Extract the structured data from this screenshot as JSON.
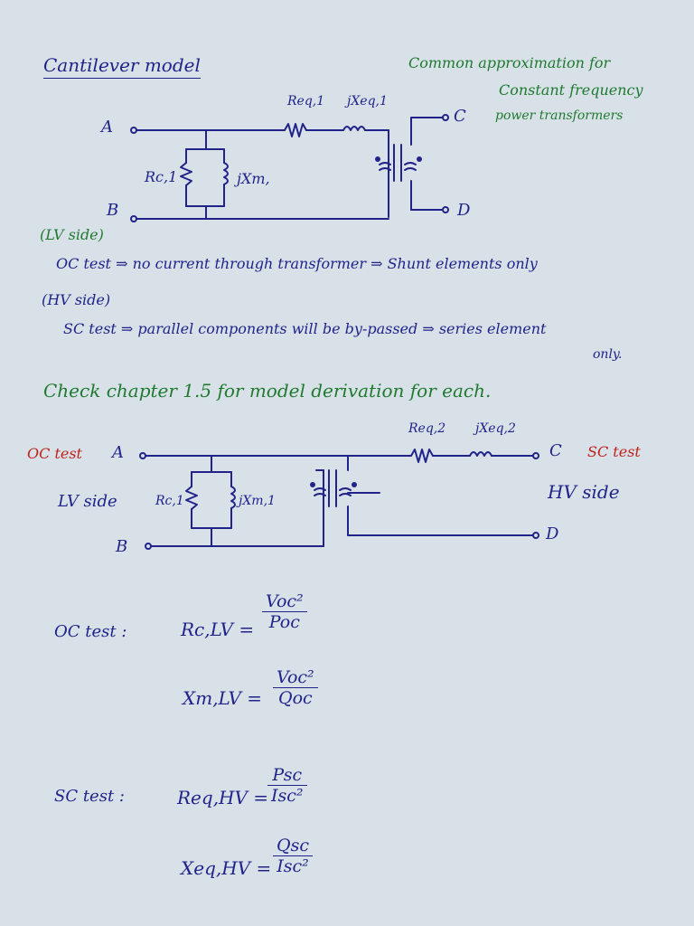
{
  "title": "Cantilever model",
  "note": [
    "Common approximation for",
    "Constant frequency",
    "power transformers"
  ],
  "circuit1": {
    "A": "A",
    "B": "B",
    "C": "C",
    "D": "D",
    "Req": "Req,1",
    "jXeq": "jXeq,1",
    "Rc": "Rc,1",
    "jXm": "jXm,"
  },
  "lv_side": "(LV side)",
  "oc_line": "OC test ⇒ no current through transformer ⇒ Shunt elements only",
  "hv_side": "(HV side)",
  "sc_line": "SC test ⇒ parallel components will be by-passed ⇒ series element",
  "sc_line_cont": "only.",
  "check": "Check chapter 1.5 for model derivation for each.",
  "circuit2": {
    "oc_label": "OC test",
    "lv_label": "LV side",
    "sc_label": "SC test",
    "hv_label": "HV side",
    "A": "A",
    "B": "B",
    "C": "C",
    "D": "D",
    "Req": "Req,2",
    "jXeq": "jXeq,2",
    "Rc": "Rc,1",
    "jXm": "jXm,1"
  },
  "formulas": {
    "oc_test": "OC test :",
    "rc": {
      "lhs": "Rc,LV =",
      "num": "Voc²",
      "den": "Poc"
    },
    "xm": {
      "lhs": "Xm,LV =",
      "num": "Voc²",
      "den": "Qoc"
    },
    "sc_test": "SC test :",
    "req": {
      "lhs": "Req,HV =",
      "num": "Psc",
      "den": "Isc²"
    },
    "xeq": {
      "lhs": "Xeq,HV =",
      "num": "Qsc",
      "den": "Isc²"
    }
  }
}
